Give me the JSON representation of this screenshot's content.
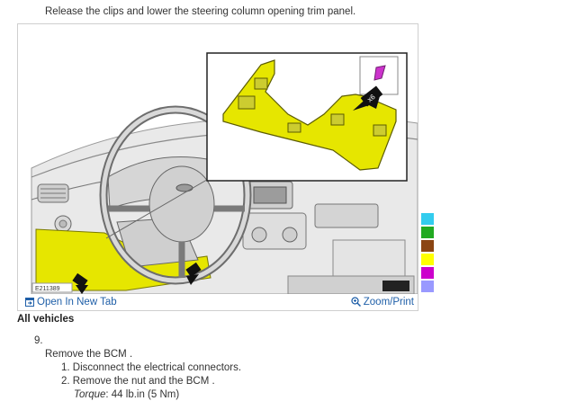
{
  "instruction_text": "Release the clips and lower the steering column opening trim panel.",
  "figure": {
    "figure_id": "E211389",
    "open_tab_label": "Open In New Tab",
    "zoom_label": "Zoom/Print",
    "callout_label": "x6",
    "highlight_color": "#e6e600",
    "inset_part_color": "#cc33cc",
    "icons": [
      "open-tab-icon",
      "zoom-icon",
      "clip-arrow-icon"
    ]
  },
  "color_legend": [
    "#33ccee",
    "#22aa22",
    "#8b4513",
    "#ffff00",
    "#cc00cc",
    "#9999ff"
  ],
  "section_label": "All vehicles",
  "step": {
    "number": "9.",
    "title": "Remove the BCM .",
    "substeps": [
      "1. Disconnect the electrical connectors.",
      "2. Remove the nut and the BCM ."
    ],
    "torque_label": "Torque",
    "torque_value": ": 44 lb.in (5 Nm)"
  }
}
